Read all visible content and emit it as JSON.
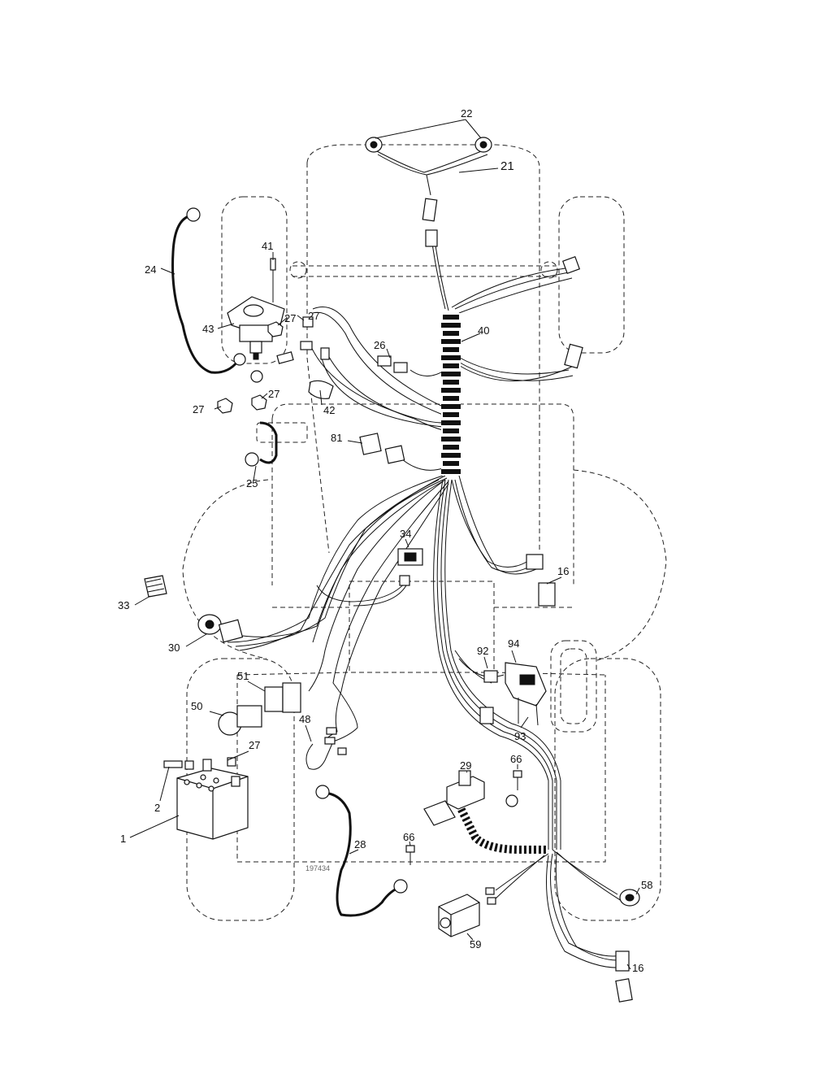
{
  "diagram": {
    "drawing_number": "197434",
    "callouts": {
      "c1": "1",
      "c2": "2",
      "c16a": "16",
      "c16b": "16",
      "c21": "21",
      "c22": "22",
      "c24": "24",
      "c25": "25",
      "c26": "26",
      "c27a": "27",
      "c27b": "27",
      "c27c": "27",
      "c27d": "27",
      "c28": "28",
      "c29": "29",
      "c30": "30",
      "c33": "33",
      "c34": "34",
      "c40": "40",
      "c41": "41",
      "c42": "42",
      "c43": "43",
      "c48": "48",
      "c50": "50",
      "c51": "51",
      "c58": "58",
      "c59": "59",
      "c66a": "66",
      "c66b": "66",
      "c81": "81",
      "c92": "92",
      "c93": "93",
      "c94": "94"
    }
  }
}
